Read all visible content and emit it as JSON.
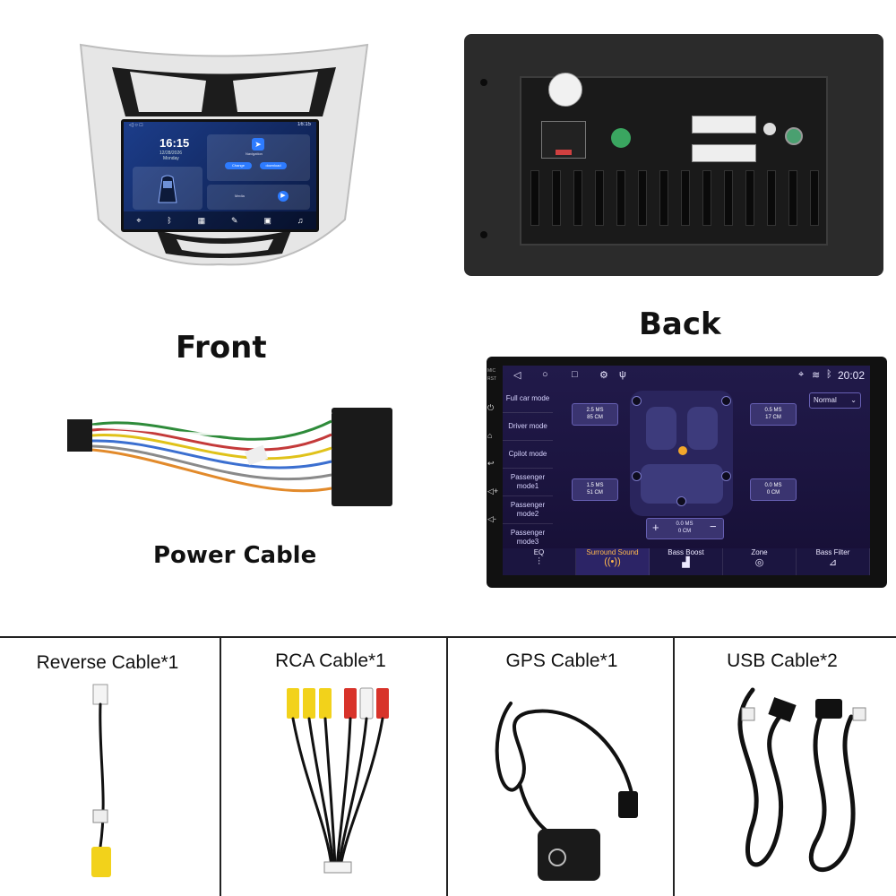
{
  "labels": {
    "front": "Front",
    "back": "Back",
    "power_cable": "Power Cable"
  },
  "front_screen": {
    "clock": "16:15",
    "time_small": "16:15",
    "date": "12/28/2026",
    "day": "Monday",
    "btn_1": "Change",
    "btn_2": "download",
    "app_label": "Navigation",
    "media_label": "Media"
  },
  "dsp": {
    "time": "20:02",
    "menu": [
      "Full car mode",
      "Driver mode",
      "Cpilot mode",
      "Passenger mode1",
      "Passenger mode2",
      "Passenger mode3"
    ],
    "mode_select": "Normal",
    "boxes": {
      "front_left": [
        "2.5 MS",
        "85 CM"
      ],
      "front_right": [
        "0.5 MS",
        "17 CM"
      ],
      "rear_left": [
        "1.5 MS",
        "51 CM"
      ],
      "rear_right": [
        "0.0 MS",
        "0 CM"
      ],
      "sub": [
        "0.0 MS",
        "0 CM"
      ]
    },
    "tabs": [
      "EQ",
      "Surround Sound",
      "Bass Boost",
      "Zone",
      "Bass Filter"
    ],
    "active_tab_index": 1,
    "side_labels": [
      "MIC",
      "RST"
    ]
  },
  "accessories": [
    {
      "title": "Reverse Cable*1"
    },
    {
      "title": "RCA Cable*1"
    },
    {
      "title": "GPS Cable*1"
    },
    {
      "title": "USB Cable*2"
    }
  ],
  "colors": {
    "accent": "#2d7bff",
    "active_tab": "#ffb84d",
    "rca_yellow": "#f2d21b",
    "rca_red": "#d8332a",
    "rca_white": "#f3f3f3"
  }
}
